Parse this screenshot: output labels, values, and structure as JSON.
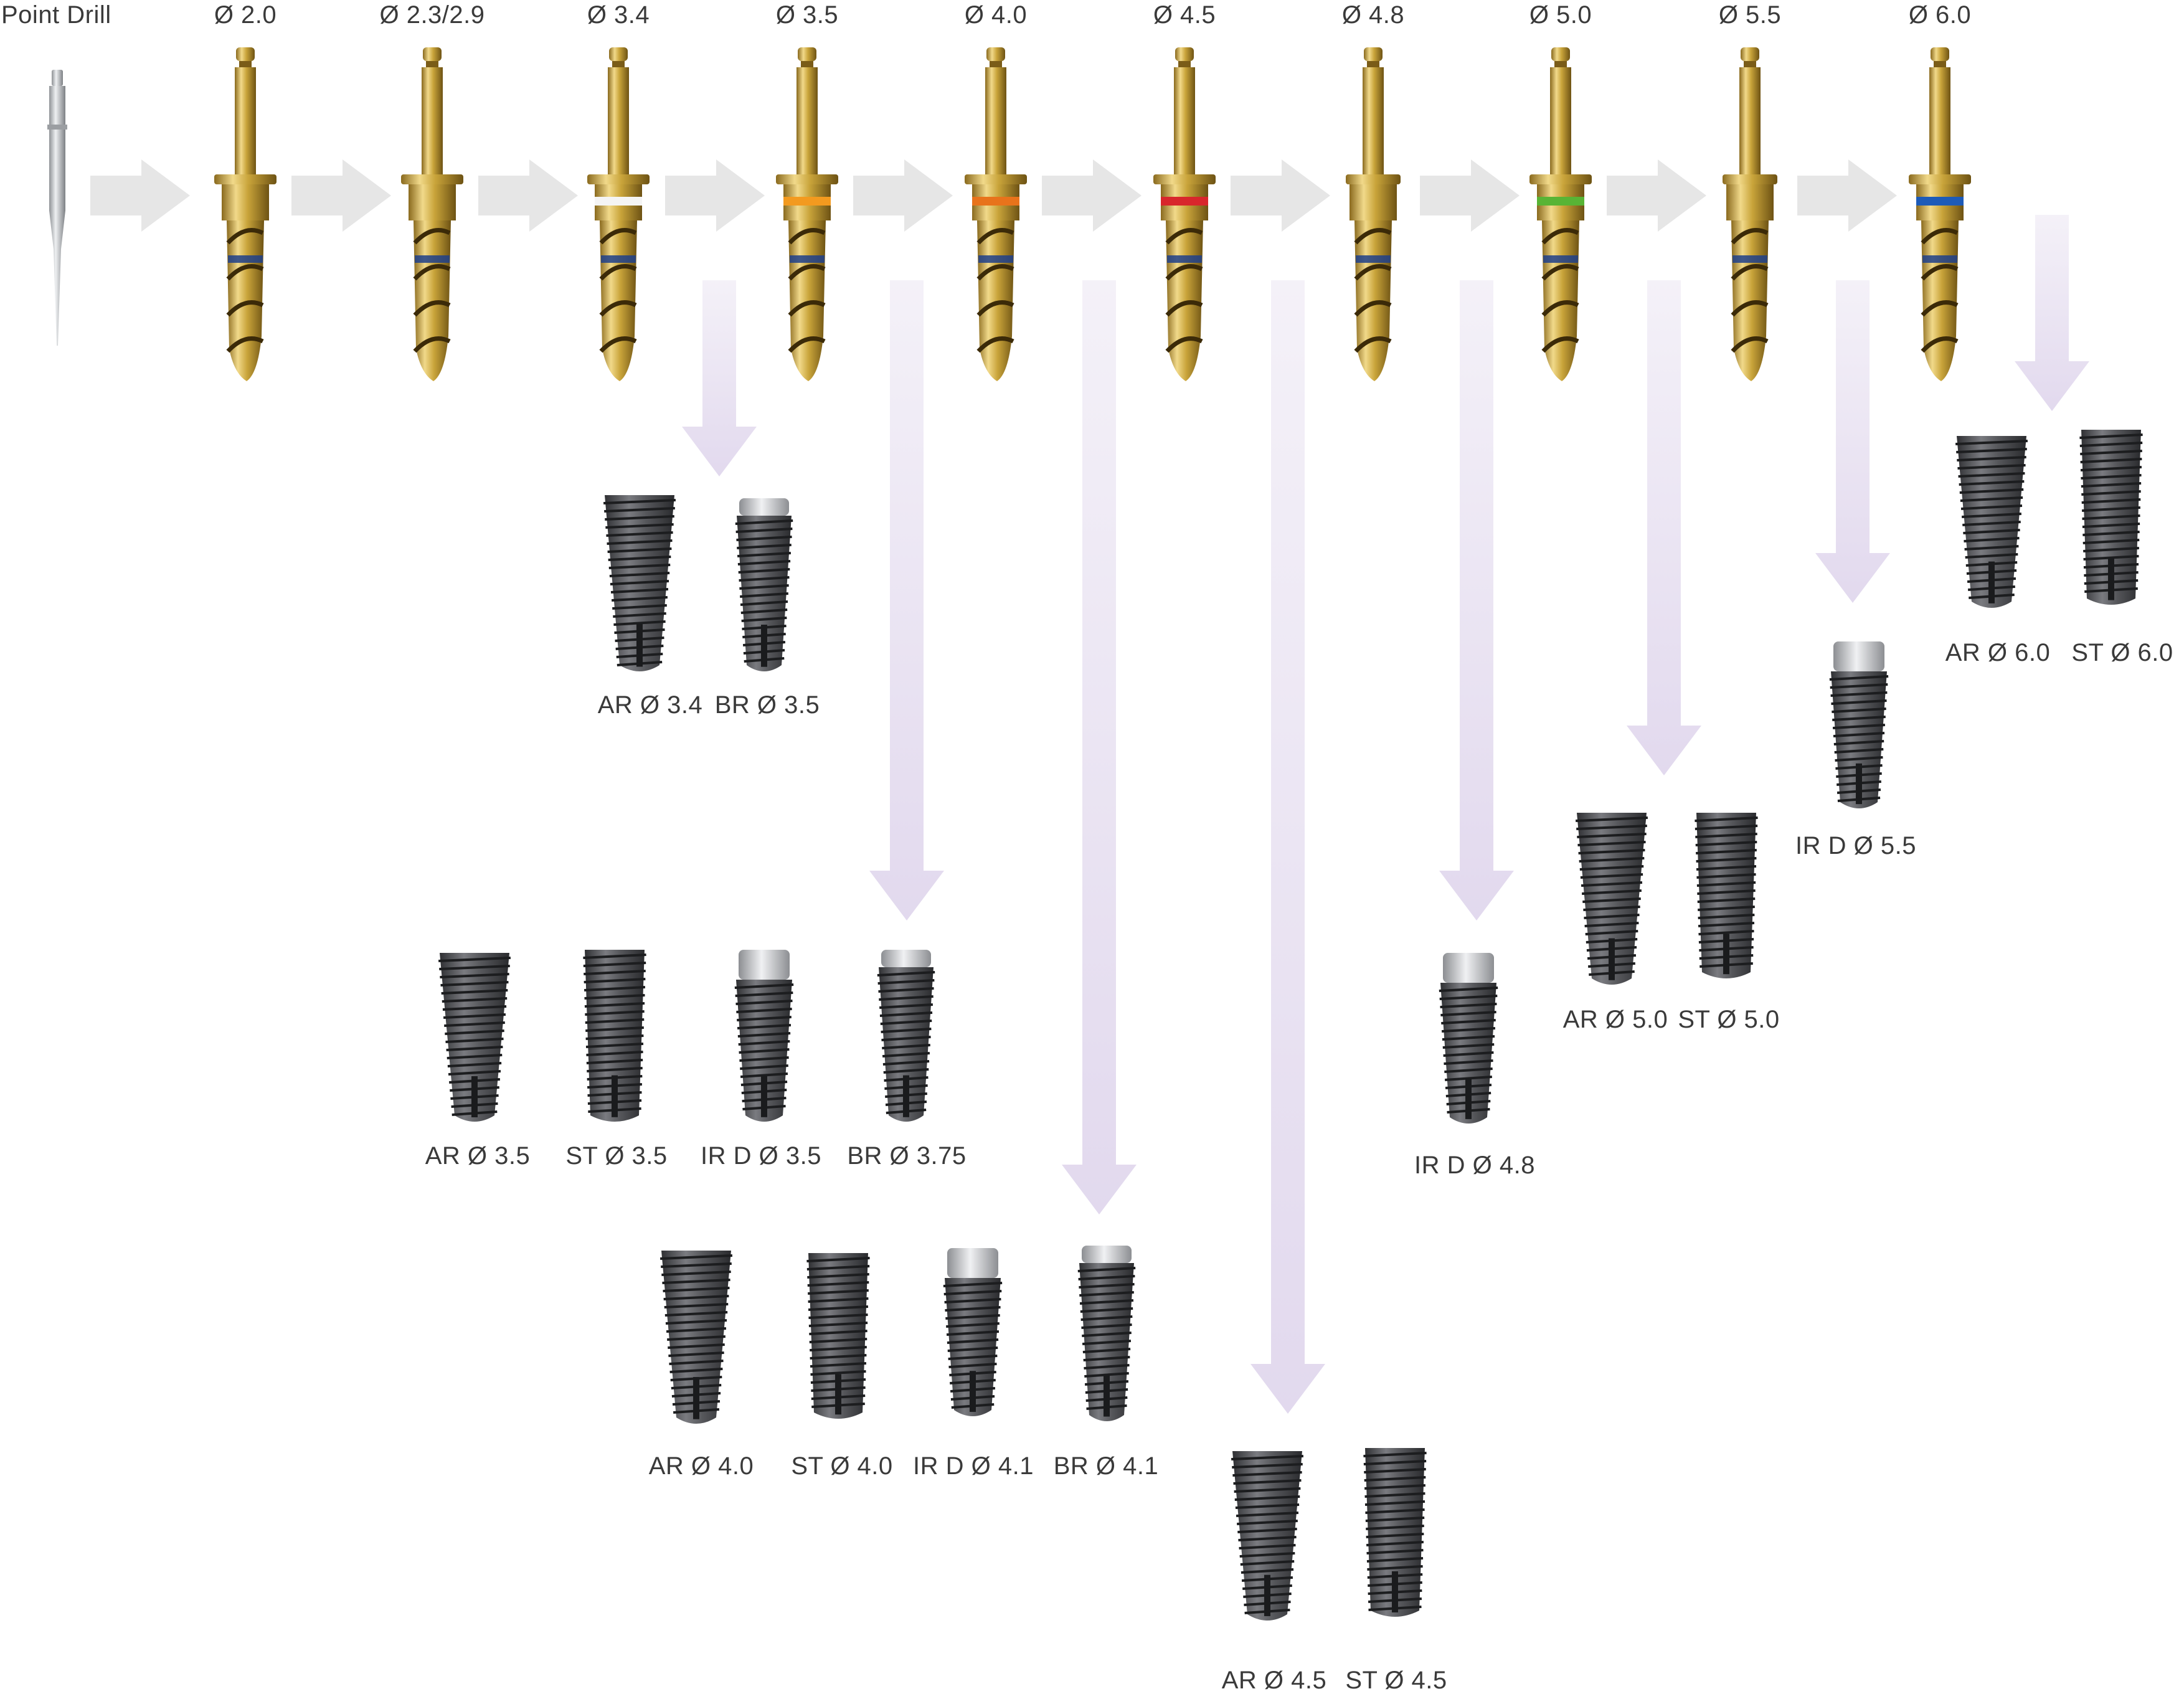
{
  "drill_sequence": [
    {
      "label": "Point Drill",
      "band": ""
    },
    {
      "label": "Ø 2.0",
      "band": ""
    },
    {
      "label": "Ø 2.3/2.9",
      "band": ""
    },
    {
      "label": "Ø 3.4",
      "band": "#f4f4f4"
    },
    {
      "label": "Ø 3.5",
      "band": "#f39a1f"
    },
    {
      "label": "Ø 4.0",
      "band": "#e8731b"
    },
    {
      "label": "Ø 4.5",
      "band": "#d8262c"
    },
    {
      "label": "Ø 4.8",
      "band": ""
    },
    {
      "label": "Ø 5.0",
      "band": "#58b435"
    },
    {
      "label": "Ø 5.5",
      "band": ""
    },
    {
      "label": "Ø 6.0",
      "band": "#1d5bb8"
    }
  ],
  "implant_groups": [
    {
      "from": "Ø 3.4",
      "implants": [
        {
          "label": "AR Ø 3.4",
          "type": "AR"
        },
        {
          "label": "BR Ø 3.5",
          "type": "BR"
        }
      ]
    },
    {
      "from": "Ø 3.5",
      "implants": [
        {
          "label": "AR Ø 3.5",
          "type": "AR"
        },
        {
          "label": "ST Ø 3.5",
          "type": "ST"
        },
        {
          "label": "IR D Ø 3.5",
          "type": "IR"
        },
        {
          "label": "BR Ø 3.75",
          "type": "BR"
        }
      ]
    },
    {
      "from": "Ø 4.0",
      "implants": [
        {
          "label": "AR Ø 4.0",
          "type": "AR"
        },
        {
          "label": "ST Ø 4.0",
          "type": "ST"
        },
        {
          "label": "IR D Ø 4.1",
          "type": "IR"
        },
        {
          "label": "BR Ø 4.1",
          "type": "BR"
        }
      ]
    },
    {
      "from": "Ø 4.5",
      "implants": [
        {
          "label": "AR Ø 4.5",
          "type": "AR"
        },
        {
          "label": "ST Ø 4.5",
          "type": "ST"
        }
      ]
    },
    {
      "from": "Ø 4.8",
      "implants": [
        {
          "label": "IR D Ø 4.8",
          "type": "IR"
        }
      ]
    },
    {
      "from": "Ø 5.0",
      "implants": [
        {
          "label": "AR Ø 5.0",
          "type": "AR"
        },
        {
          "label": "ST Ø 5.0",
          "type": "ST"
        }
      ]
    },
    {
      "from": "Ø 5.5",
      "implants": [
        {
          "label": "IR D Ø 5.5",
          "type": "IR"
        }
      ]
    },
    {
      "from": "Ø 6.0",
      "implants": [
        {
          "label": "AR Ø 6.0",
          "type": "AR"
        },
        {
          "label": "ST Ø 6.0",
          "type": "ST"
        }
      ]
    }
  ],
  "colors": {
    "step_arrow": "#e6e6e6",
    "branch_arrow": "#e6dff0",
    "drill_gold": "#c9a43a",
    "implant_gray": "#4a4a4e",
    "label_text": "#3a3a3a"
  },
  "icons": {
    "drill": "gold-twist-drill-icon",
    "point_drill": "point-drill-icon",
    "implant": "dental-implant-icon"
  }
}
